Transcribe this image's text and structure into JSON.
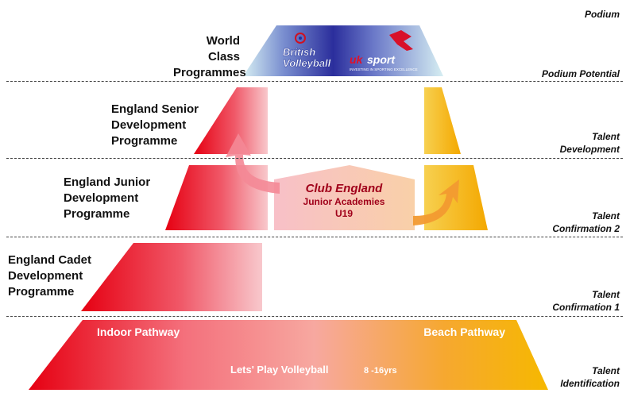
{
  "stages": {
    "podium": "Podium",
    "podium_potential": "Podium Potential",
    "talent_development": [
      "Talent",
      "Development"
    ],
    "talent_confirmation_2": [
      "Talent",
      "Confirmation 2"
    ],
    "talent_confirmation_1": [
      "Talent",
      "Confirmation 1"
    ],
    "talent_identification": [
      "Talent",
      "Identification"
    ]
  },
  "levels": {
    "world_class": [
      "World Class",
      "Programmes"
    ],
    "senior": [
      "England Senior",
      "Development",
      "Programme"
    ],
    "junior": [
      "England Junior",
      "Development",
      "Programme"
    ],
    "cadet": [
      "England Cadet",
      "Development",
      "Programme"
    ]
  },
  "club_england": {
    "title": "Club England",
    "line1": "Junior Academies",
    "line2": "U19"
  },
  "base": {
    "indoor": "Indoor Pathway",
    "beach": "Beach Pathway",
    "lets_play": "Lets' Play Volleyball",
    "ages": "8 -16yrs"
  },
  "logos": {
    "british_volleyball": [
      "British",
      "Volleyball"
    ],
    "uk_sport_uk": "uk",
    "uk_sport_sport": "sport",
    "uk_sport_tagline": "INVESTING IN SPORTING EXCELLENCE"
  },
  "colors": {
    "indoor_red": "#e8001c",
    "beach_orange": "#f4a000",
    "pale_pink": "#f6b4bc",
    "club_text": "#a0001a",
    "logo_blue": "#2a2a9a",
    "logo_top_bg": "#c0e0ea"
  }
}
